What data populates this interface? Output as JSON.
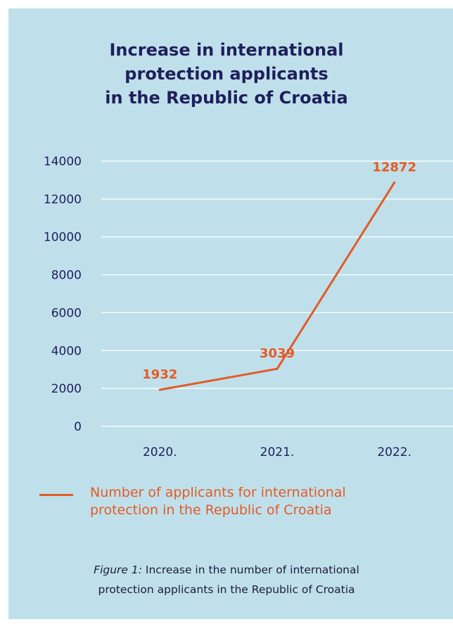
{
  "colors": {
    "background": "#bfe0eb",
    "title": "#1f1f5c",
    "series": "#e35a26",
    "axis_text": "#1f1f5c",
    "grid": "#ffffff"
  },
  "chart_data": {
    "type": "line",
    "title_lines": [
      "Increase in international",
      "protection applicants",
      "in the Republic of Croatia"
    ],
    "categories": [
      "2020.",
      "2021.",
      "2022."
    ],
    "series": [
      {
        "name": "Number of applicants for international protection in the Republic of Croatia",
        "values": [
          1932,
          3039,
          12872
        ]
      }
    ],
    "legend_lines": [
      "Number of applicants for international",
      "protection in the Republic of Croatia"
    ],
    "yticks": [
      0,
      2000,
      4000,
      6000,
      8000,
      10000,
      12000,
      14000
    ],
    "ylim": [
      0,
      14000
    ],
    "grid": true,
    "legend_position": "bottom-left"
  },
  "caption": {
    "label": "Figure 1:",
    "line1": " Increase in the number of international",
    "line2": "protection applicants in the Republic of Croatia"
  }
}
